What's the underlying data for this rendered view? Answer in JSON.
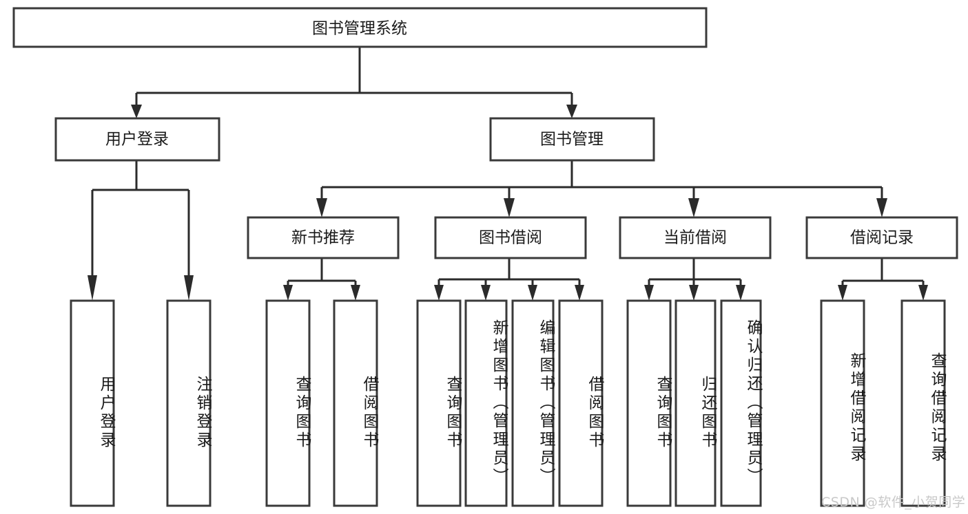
{
  "diagram": {
    "title": "图书管理系统",
    "type": "hierarchy-tree",
    "watermark": "CSDN @软件_小贺同学",
    "colors": {
      "box_stroke": "#3a3a3a",
      "connector": "#2b2b2b",
      "background": "#ffffff",
      "text": "#1a1a1a",
      "watermark": "#c9c9c9"
    },
    "levels": {
      "root": {
        "label": "图书管理系统"
      },
      "level2": [
        {
          "id": "user-login",
          "label": "用户登录"
        },
        {
          "id": "book-management",
          "label": "图书管理"
        }
      ],
      "level3": [
        {
          "id": "new-book-recommend",
          "label": "新书推荐",
          "parent": "book-management"
        },
        {
          "id": "book-borrow",
          "label": "图书借阅",
          "parent": "book-management"
        },
        {
          "id": "current-borrow",
          "label": "当前借阅",
          "parent": "book-management"
        },
        {
          "id": "borrow-record",
          "label": "借阅记录",
          "parent": "book-management"
        }
      ],
      "leaves": [
        {
          "id": "leaf-user-login",
          "label": "用户登录",
          "parent": "user-login"
        },
        {
          "id": "leaf-user-logout",
          "label": "注销登录",
          "parent": "user-login"
        },
        {
          "id": "leaf-query-book-1",
          "label": "查询图书",
          "parent": "new-book-recommend"
        },
        {
          "id": "leaf-borrow-book-1",
          "label": "借阅图书",
          "parent": "new-book-recommend"
        },
        {
          "id": "leaf-query-book-2",
          "label": "查询图书",
          "parent": "book-borrow"
        },
        {
          "id": "leaf-add-book-admin",
          "label": "新增图书（管理员）",
          "parent": "book-borrow"
        },
        {
          "id": "leaf-edit-book-admin",
          "label": "编辑图书（管理员）",
          "parent": "book-borrow"
        },
        {
          "id": "leaf-borrow-book-2",
          "label": "借阅图书",
          "parent": "book-borrow"
        },
        {
          "id": "leaf-query-book-3",
          "label": "查询图书",
          "parent": "current-borrow"
        },
        {
          "id": "leaf-return-book",
          "label": "归还图书",
          "parent": "current-borrow"
        },
        {
          "id": "leaf-confirm-return",
          "label": "确认归还（管理员）",
          "parent": "current-borrow"
        },
        {
          "id": "leaf-add-record",
          "label": "新增借阅记录",
          "parent": "borrow-record"
        },
        {
          "id": "leaf-query-record",
          "label": "查询借阅记录",
          "parent": "borrow-record"
        }
      ]
    }
  }
}
